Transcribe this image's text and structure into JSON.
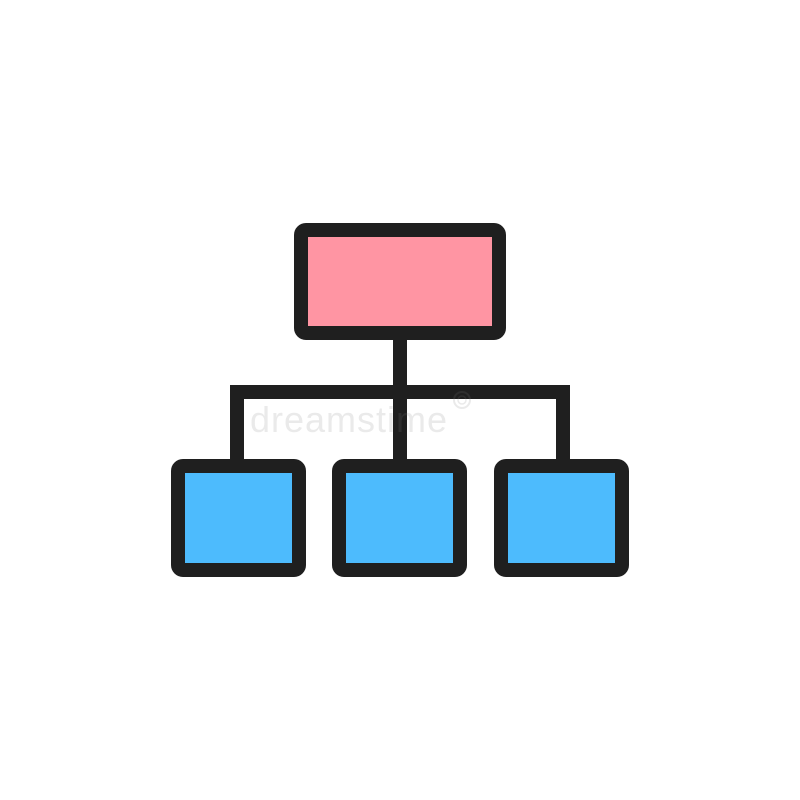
{
  "diagram": {
    "type": "hierarchy-icon",
    "colors": {
      "background": "#ffffff",
      "stroke": "#1f1f1f",
      "root_fill": "#ff95a3",
      "child_fill": "#4dbbfd",
      "watermark": "#7f7f7f"
    },
    "root": {
      "name": "root-box"
    },
    "children": [
      {
        "name": "child-box-left"
      },
      {
        "name": "child-box-center"
      },
      {
        "name": "child-box-right"
      }
    ]
  },
  "watermark": {
    "text": "dreamstime",
    "icon": "dreamstime-logo-icon"
  }
}
